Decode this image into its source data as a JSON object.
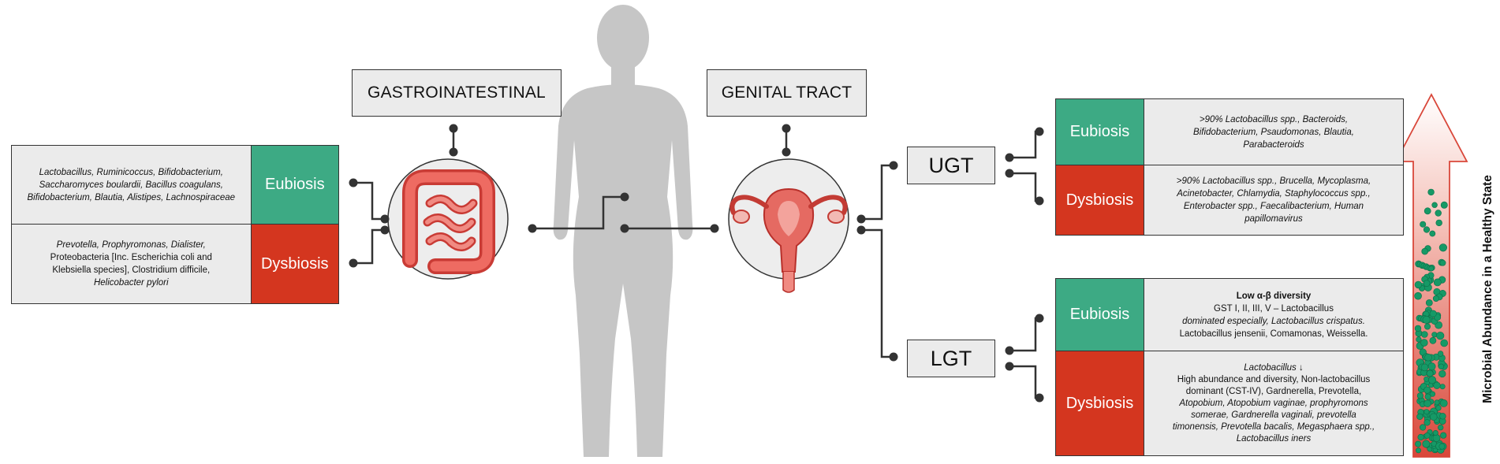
{
  "titles": {
    "gi": "GASTROINATESTINAL",
    "genital": "GENITAL TRACT",
    "ugt": "UGT",
    "lgt": "LGT"
  },
  "labels": {
    "eubiosis": "Eubiosis",
    "dysbiosis": "Dysbiosis"
  },
  "gi": {
    "eubiosis_text": "Lactobacillus, Ruminicoccus, Bifidobacterium, Saccharomyces boulardii, Bacillus coagulans, Bifidobacterium, Blautia, Alistipes, Lachnospiraceae",
    "dysbiosis_lines": [
      "Prevotella, Prophyromonas, Dialister,",
      "Proteobacteria [Inc. Escherichia coli and",
      "Klebsiella species], Clostridium difficile,",
      "Helicobacter pylori"
    ]
  },
  "ugt": {
    "eubiosis_lines": [
      ">90% Lactobacillus spp., Bacteroids,",
      "Bifidobacterium, Psaudomonas, Blautia,",
      "Parabacteroids"
    ],
    "dysbiosis_lines": [
      ">90% Lactobacillus spp., Brucella, Mycoplasma,",
      "Acinetobacter, Chlamydia, Staphylococcus spp.,",
      "Enterobacter spp., Faecalibacterium, Human",
      "papillomavirus"
    ]
  },
  "lgt": {
    "eubiosis_heading": "Low α-β diversity",
    "eubiosis_lines": [
      "GST I, II, III, V – Lactobacillus",
      "dominated especially, Lactobacillus crispatus.",
      "Lactobacillus jensenii, Comamonas, Weissella."
    ],
    "dysbiosis_heading": "Lactobacillus ↓",
    "dysbiosis_lines": [
      "High abundance and diversity, Non-lactobacillus",
      "dominant (CST-IV), Gardnerella, Prevotella,",
      "Atopobium, Atopobium vaginae, prophyromons",
      "somerae, Gardnerella vaginali, prevotella",
      "timonensis, Prevotella bacalis, Megasphaera spp.,",
      "Lactobacillus iners"
    ]
  },
  "arrow": {
    "label": "Microbial Abundance in a Healthy State"
  },
  "colors": {
    "eubiosis": "#3daa84",
    "dysbiosis": "#d4361f",
    "box": "#ebebeb",
    "line": "#333333",
    "silhouette": "#c6c6c6",
    "organ": "#e0504a",
    "dot": "#169966"
  },
  "icons": [
    "human-silhouette-icon",
    "intestine-icon",
    "uterus-icon",
    "node-dot-icon"
  ]
}
